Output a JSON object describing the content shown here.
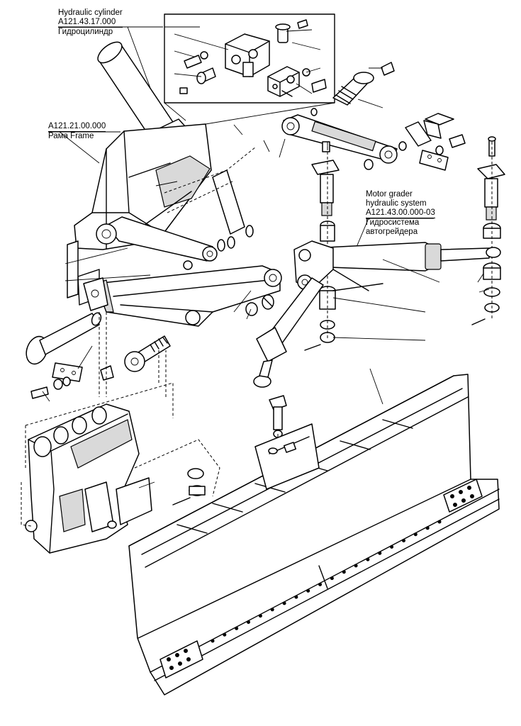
{
  "labels": {
    "cylinder": {
      "title": "Hydraulic cylinder",
      "code": "A121.43.17.000",
      "ru": "Гидроцилиндр"
    },
    "frame": {
      "code": "A121.21.00.000",
      "name": "Рама Frame"
    },
    "hydraulic_system": {
      "line1": "Motor grader",
      "line2": "hydraulic  system",
      "code": "A121.43.00.000-03",
      "ru1": "Гидросистема",
      "ru2": "автогрейдера"
    }
  },
  "colors": {
    "ink": "#000000",
    "paper": "#ffffff",
    "shade": "#d9d9d9"
  }
}
